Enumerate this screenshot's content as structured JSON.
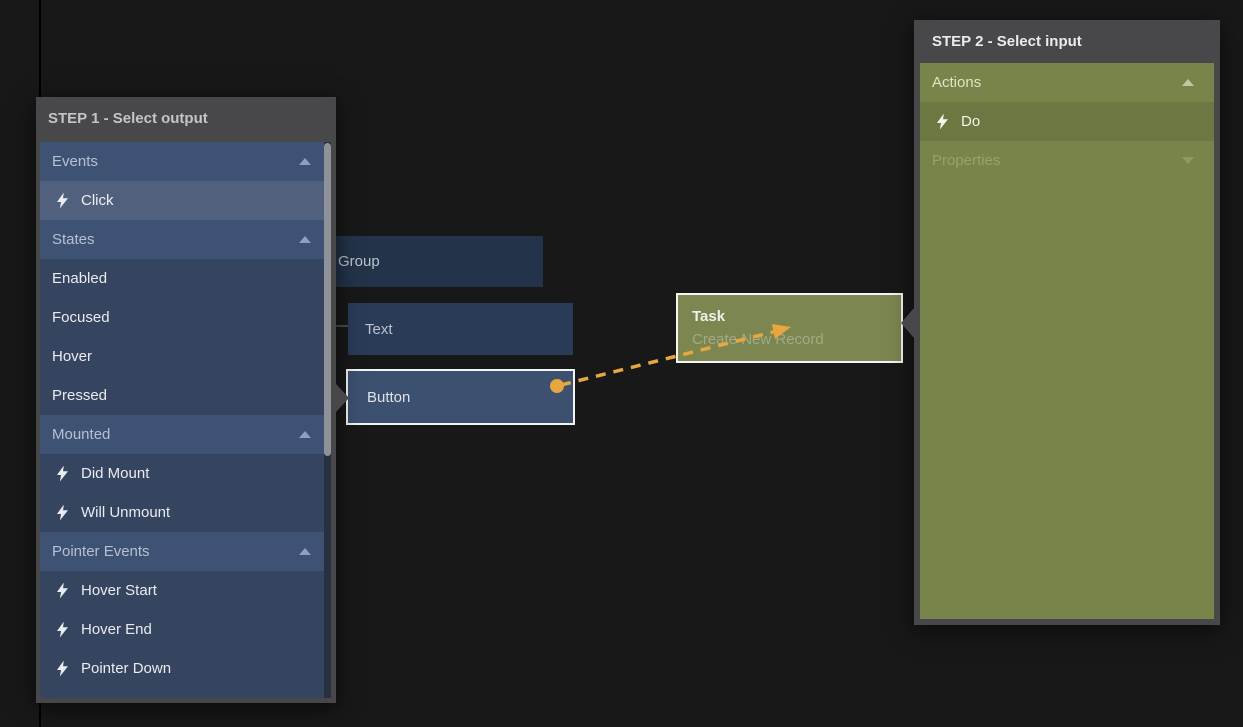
{
  "canvas": {
    "background": "#181818"
  },
  "colors": {
    "accent_wire": "#e7a63f",
    "panel_frame": "#48484b",
    "blue_section": "#3e5273",
    "blue_item": "#36455f",
    "blue_selected": "#51607c",
    "olive_body": "#78854a",
    "olive_selected": "#6b7841",
    "node_button": "#3c5170",
    "node_task": "#7b8650"
  },
  "step1": {
    "title": "STEP 1 - Select output",
    "rows": [
      {
        "type": "section",
        "label": "Events",
        "arrow": "up"
      },
      {
        "type": "item",
        "label": "Click",
        "icon": "lightning",
        "selected": true
      },
      {
        "type": "section",
        "label": "States",
        "arrow": "up"
      },
      {
        "type": "item",
        "label": "Enabled"
      },
      {
        "type": "item",
        "label": "Focused"
      },
      {
        "type": "item",
        "label": "Hover"
      },
      {
        "type": "item",
        "label": "Pressed"
      },
      {
        "type": "section",
        "label": "Mounted",
        "arrow": "up"
      },
      {
        "type": "item",
        "label": "Did Mount",
        "icon": "lightning"
      },
      {
        "type": "item",
        "label": "Will Unmount",
        "icon": "lightning"
      },
      {
        "type": "section",
        "label": "Pointer Events",
        "arrow": "up"
      },
      {
        "type": "item",
        "label": "Hover Start",
        "icon": "lightning"
      },
      {
        "type": "item",
        "label": "Hover End",
        "icon": "lightning"
      },
      {
        "type": "item",
        "label": "Pointer Down",
        "icon": "lightning"
      }
    ]
  },
  "step2": {
    "title": "STEP 2 - Select input",
    "rows": [
      {
        "type": "section",
        "label": "Actions",
        "arrow": "up"
      },
      {
        "type": "item",
        "label": "Do",
        "icon": "lightning",
        "selected": true
      },
      {
        "type": "section",
        "label": "Properties",
        "arrow": "down",
        "muted": true
      }
    ]
  },
  "nodes": {
    "group": {
      "label": "Group"
    },
    "text": {
      "label": "Text"
    },
    "button": {
      "label": "Button"
    },
    "task": {
      "label": "Task",
      "sublabel": "Create New Record"
    }
  }
}
